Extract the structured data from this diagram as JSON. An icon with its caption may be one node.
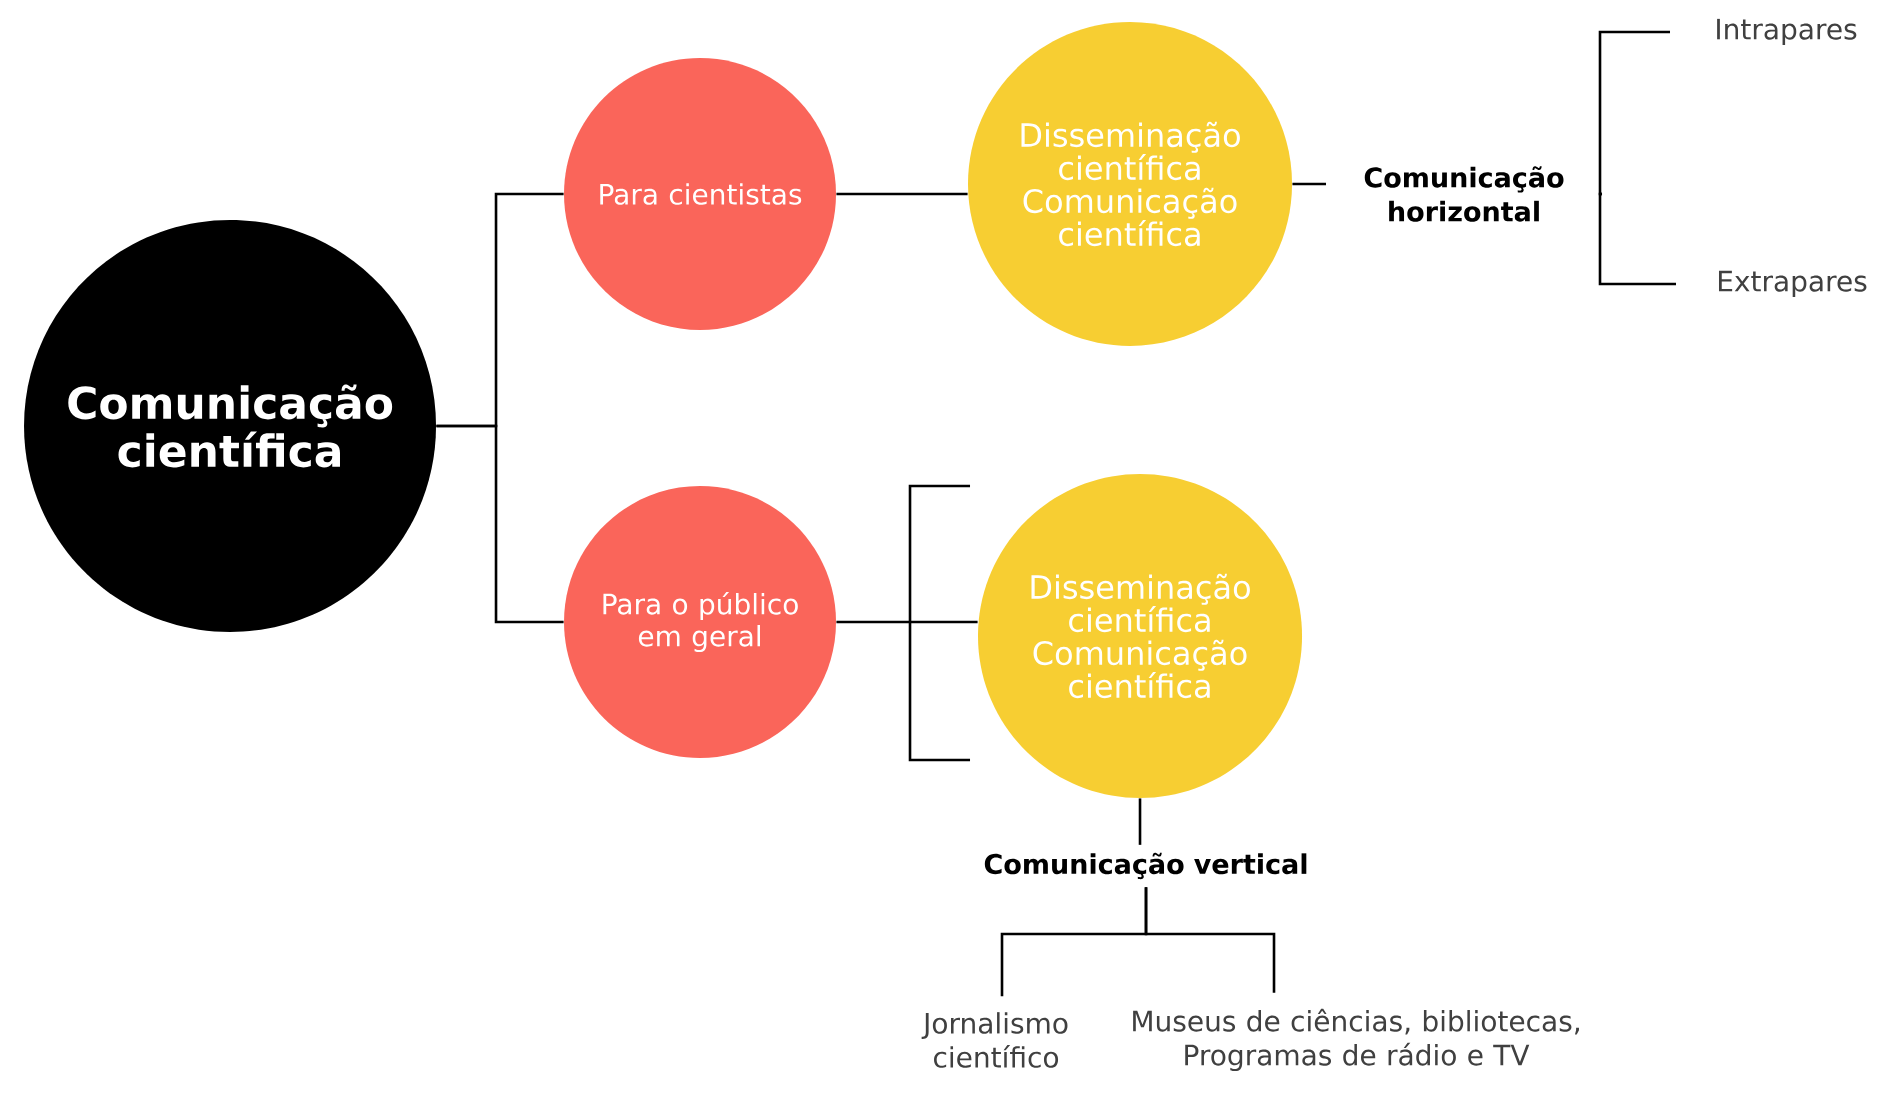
{
  "diagram": {
    "nodes": [
      {
        "text": [
          "Comunicação científica"
        ]
      },
      {
        "text": [
          "Para cientistas"
        ]
      },
      {
        "text": [
          "Para o público em geral"
        ]
      },
      {
        "text": [
          "Disseminação científica",
          "Comunicação científica"
        ]
      },
      {
        "text": [
          "Disseminação científica",
          "Comunicação científica"
        ]
      },
      {
        "text": [
          "Comunicação horizontal"
        ]
      },
      {
        "text": [
          "Intrapares"
        ]
      },
      {
        "text": [
          "Extrapares"
        ]
      },
      {
        "text": [
          "Comunicação vertical"
        ]
      },
      {
        "text": [
          "Jornalismo científico"
        ]
      },
      {
        "text": [
          "Museus de ciências, bibliotecas, Programas de rádio e TV"
        ]
      }
    ],
    "edges": [
      {
        "from": 0,
        "to": 1,
        "arrow": "none"
      },
      {
        "from": 0,
        "to": 2,
        "arrow": "none"
      },
      {
        "from": 1,
        "to": 3,
        "arrow": "none"
      },
      {
        "from": 2,
        "to": 4,
        "arrow": "none"
      },
      {
        "from": 3,
        "to": 5,
        "arrow": "none"
      },
      {
        "from": 5,
        "to": 6,
        "arrow": "none"
      },
      {
        "from": 5,
        "to": 7,
        "arrow": "none"
      },
      {
        "from": 4,
        "to": 8,
        "arrow": "none"
      },
      {
        "from": 8,
        "to": 9,
        "arrow": "none"
      },
      {
        "from": 8,
        "to": 10,
        "arrow": "none"
      }
    ]
  }
}
